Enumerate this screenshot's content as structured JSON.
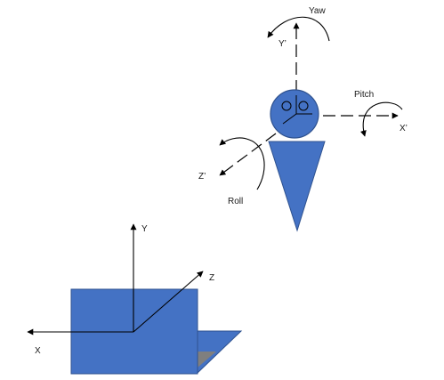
{
  "colors": {
    "body_fill": "#4472c4",
    "outline": "#2f528f",
    "line": "#000000",
    "shadow": "#7f7f7f",
    "background": "#ffffff"
  },
  "labels": {
    "yaw": "Yaw",
    "y_prime": "Y’",
    "pitch": "Pitch",
    "x_prime": "X’",
    "z_prime": "Z’",
    "roll": "Roll",
    "y": "Y",
    "z": "Z",
    "x": "X"
  }
}
